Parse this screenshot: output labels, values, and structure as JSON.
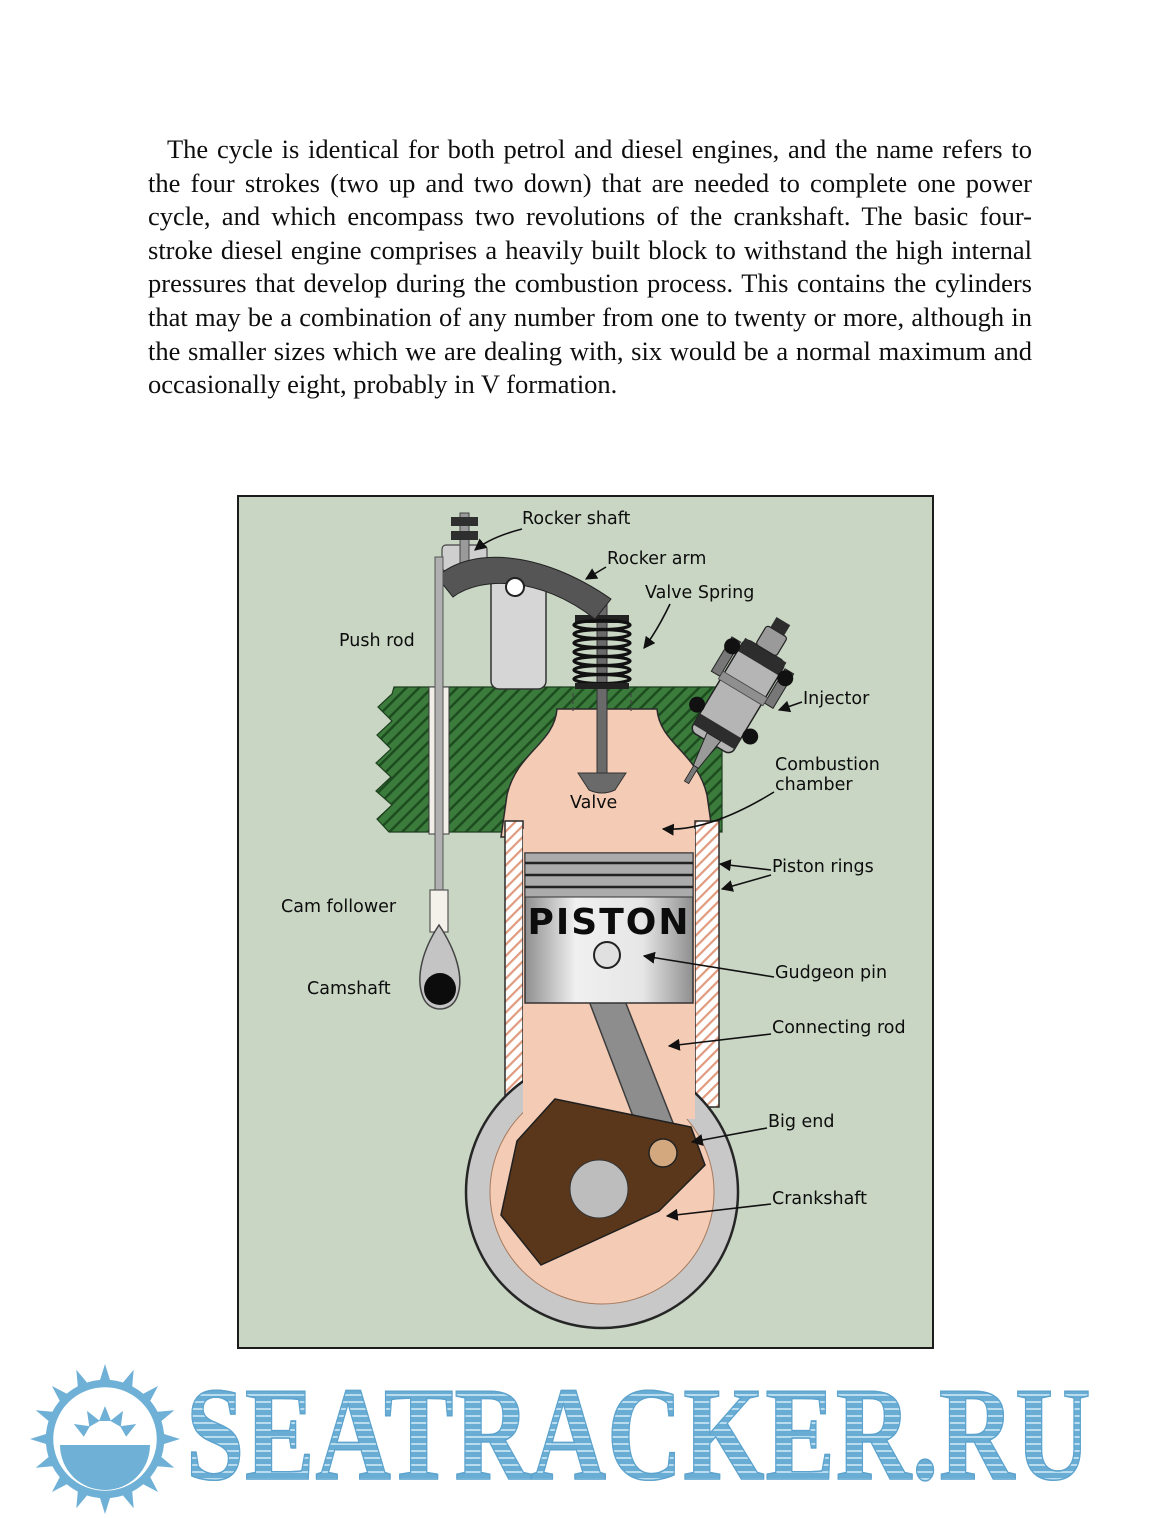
{
  "document": {
    "paragraph": "The cycle is identical for both petrol and diesel engines, and the name refers to the four strokes (two up and two down) that are needed to complete one power cycle, and which encompass two revolutions of the crankshaft. The basic four-stroke diesel engine comprises a heavily built block to withstand the high internal pressures that develop during the combustion process. This contains the cylinders that may be a combination of any number from one to twenty or more, although in the smaller sizes which we are dealing with, six would be a normal maximum and occasionally eight, probably in V formation."
  },
  "figure": {
    "labels": {
      "rocker_shaft": "Rocker shaft",
      "rocker_arm": "Rocker arm",
      "valve_spring": "Valve Spring",
      "push_rod": "Push rod",
      "injector": "Injector",
      "combustion_chamber_line1": "Combustion",
      "combustion_chamber_line2": "chamber",
      "valve": "Valve",
      "piston_rings": "Piston rings",
      "piston": "PISTON",
      "cam_follower": "Cam follower",
      "gudgeon_pin": "Gudgeon pin",
      "camshaft": "Camshaft",
      "connecting_rod": "Connecting rod",
      "big_end": "Big end",
      "crankshaft": "Crankshaft"
    },
    "colors": {
      "figure_background": "#c9d6c4",
      "engine_block_green": "#3b7c3c",
      "cylinder_salmon": "#f4cbb4",
      "metal_gray": "#c0c0c0",
      "crank_web_brown": "#5a371b"
    }
  },
  "watermark": {
    "text": "SEATRACKER.RU",
    "color": "#74b3d8"
  }
}
